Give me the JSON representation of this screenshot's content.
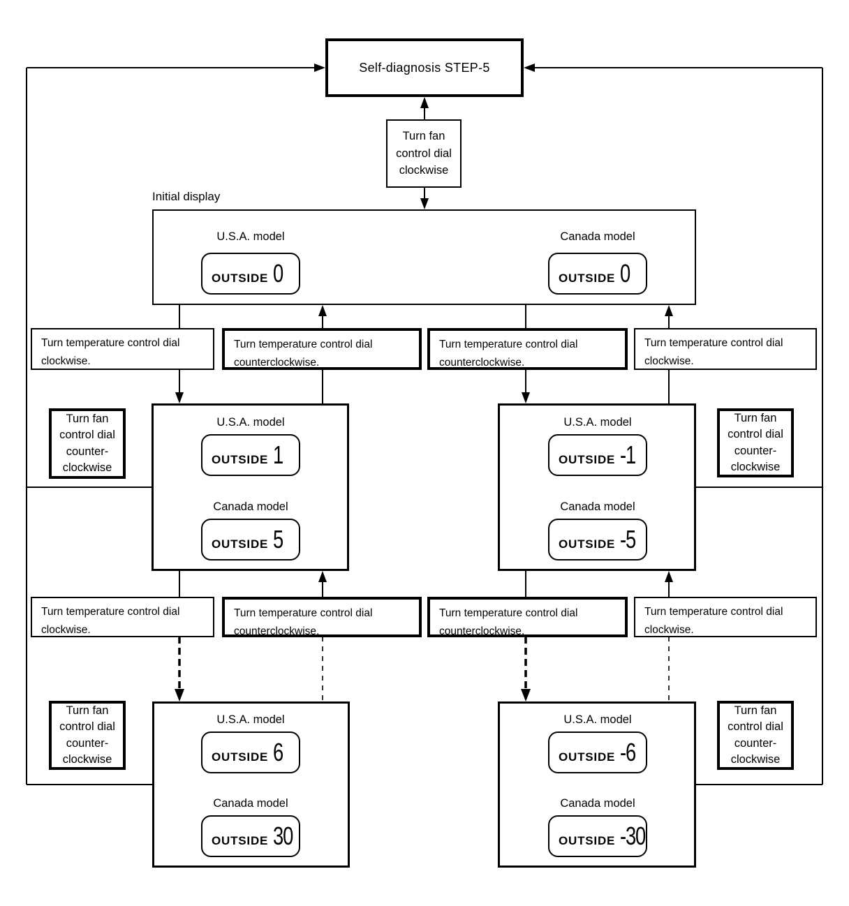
{
  "colors": {
    "ink": "#000000",
    "paper": "#ffffff"
  },
  "header": {
    "title": "Self-diagnosis STEP-5"
  },
  "steps": {
    "fan_clockwise": "Turn fan\ncontrol dial\nclockwise",
    "fan_counterclockwise": "Turn fan\ncontrol dial\ncounter-\nclockwise",
    "temp_clockwise": "Turn temperature control dial\nclockwise.",
    "temp_counterclockwise": "Turn temperature control dial\ncounterclockwise."
  },
  "sections": {
    "initial_label": "Initial display",
    "usa_label": "U.S.A. model",
    "canada_label": "Canada model",
    "outside_label": "OUTSIDE"
  },
  "readings": {
    "initial": {
      "usa": "0",
      "canada": "0"
    },
    "step_cw_1": {
      "usa": "1",
      "canada": "5"
    },
    "step_ccw_1": {
      "usa": "-1",
      "canada": "-5"
    },
    "step_cw_max": {
      "usa": "6",
      "canada": "30"
    },
    "step_ccw_max": {
      "usa": "-6",
      "canada": "-30"
    }
  }
}
